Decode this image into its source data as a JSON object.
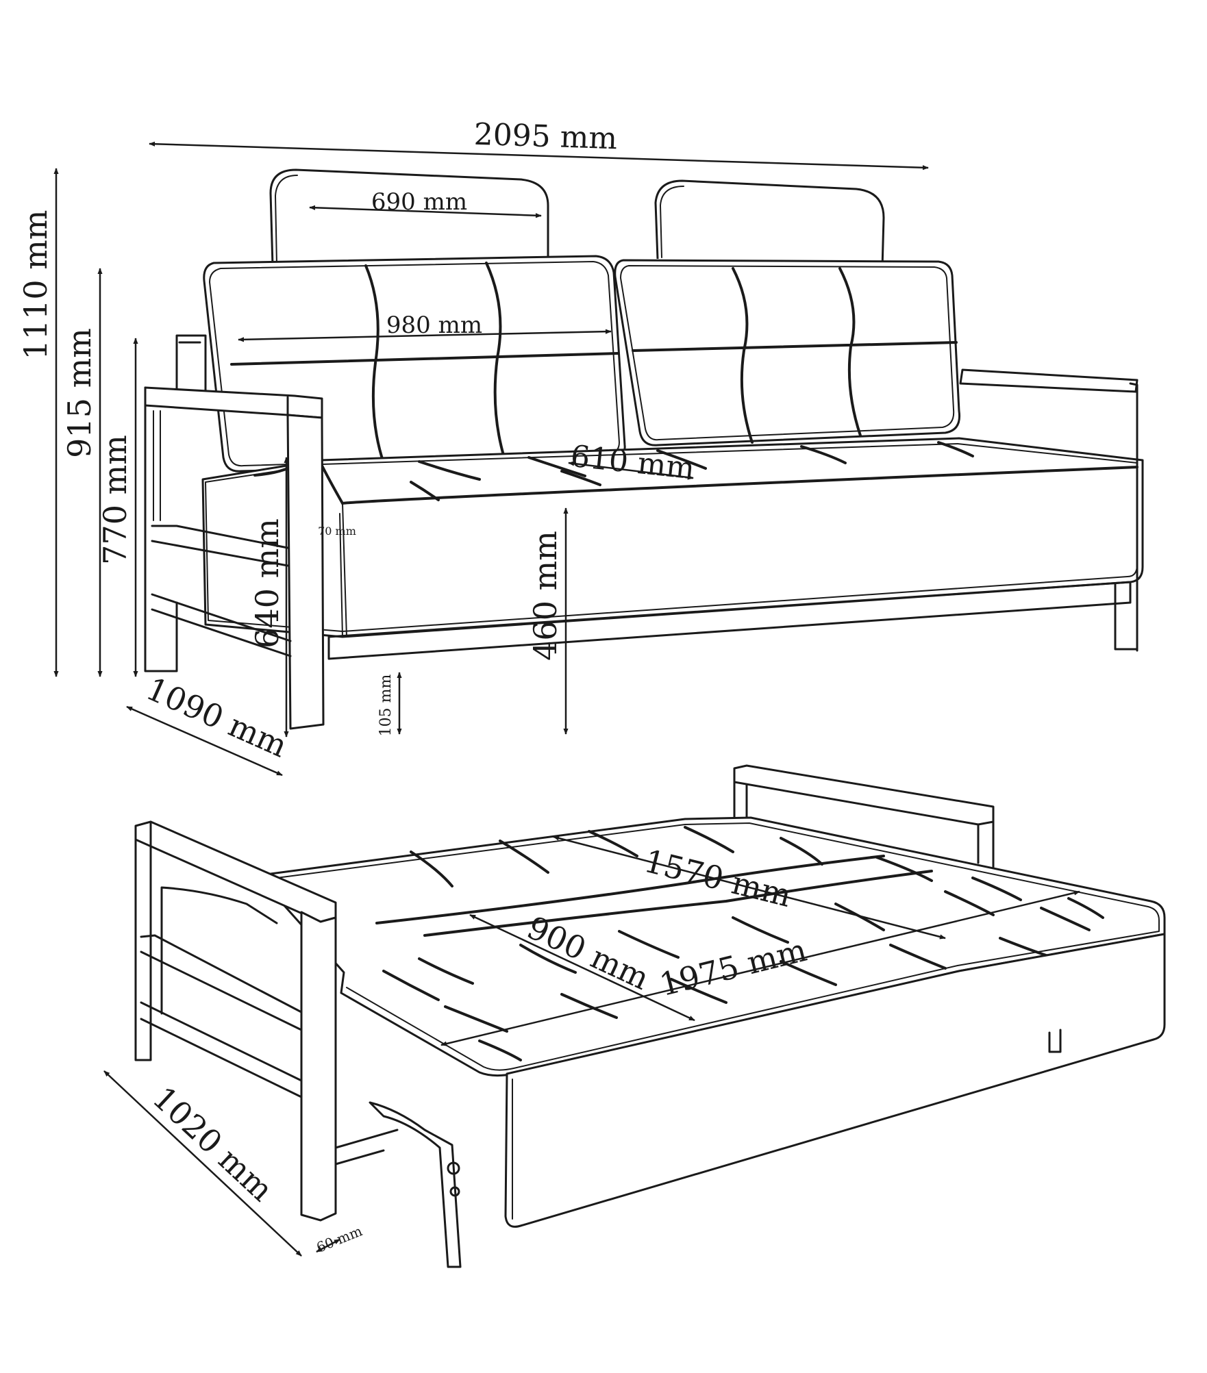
{
  "sofa": {
    "dimensions": {
      "overall_width": "2095 mm",
      "headrest_width": "690 mm",
      "backrest_width": "980 mm",
      "seat_depth": "610 mm",
      "total_height": "1110 mm",
      "backrest_height": "915 mm",
      "armrest_height": "770 mm",
      "arm_inner_height": "640 mm",
      "seat_height": "460 mm",
      "ground_clearance": "105 mm",
      "cushion_thickness": "70 mm",
      "overall_depth": "1090 mm"
    }
  },
  "bed": {
    "dimensions": {
      "sleeping_length": "1570 mm",
      "sleeping_width": "900 mm",
      "overall_length": "1975 mm",
      "overall_depth": "1020 mm",
      "arm_thickness": "60 mm"
    }
  }
}
